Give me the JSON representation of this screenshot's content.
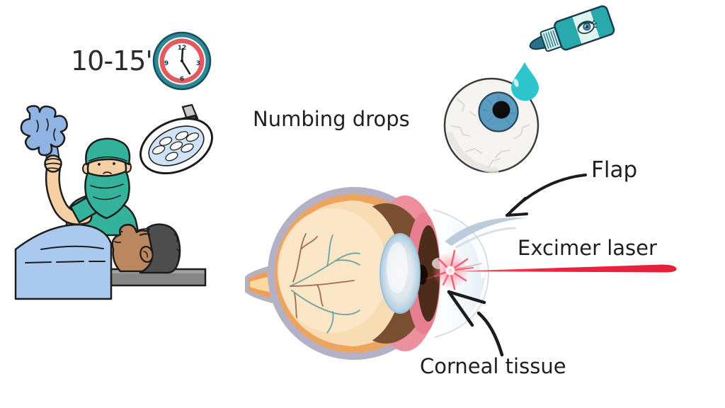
{
  "background": "#ffffff",
  "labels": {
    "duration": "10-15'",
    "numbing_drops": "Numbing drops",
    "flap": "Flap",
    "excimer_laser": "Excimer laser",
    "corneal_tissue": "Corneal tissue"
  },
  "clock": {
    "numbers": [
      "12",
      "3",
      "6",
      "9"
    ]
  },
  "icons": {
    "clock": "clock-icon",
    "surgical_lamp": "surgical-lamp-icon",
    "eye_drop_bottle": "eye-drop-bottle-icon",
    "droplet": "droplet-icon",
    "eyeball": "eyeball-icon",
    "laser_beam": "laser-beam",
    "arrows": [
      "flap-arrow",
      "corneal-tissue-arrow"
    ]
  },
  "colors": {
    "scrub_teal": "#35b29b",
    "glove_blue": "#8fb3e3",
    "blanket_blue": "#a9c9ef",
    "table_gray": "#858585",
    "clock_teal": "#2e8794",
    "clock_red": "#e4595c",
    "drop_teal": "#2ec4cb",
    "bottle_teal": "#2aa9ac",
    "iris_blue": "#5b9bbf",
    "sclera_gray": "#b4b1c6",
    "choroid_orange": "#eda45f",
    "fundus_peach": "#f8dcb4",
    "retina_brown": "#7a4e31",
    "ciliary_pink": "#ee8f9d",
    "laser_red": "#ee2440",
    "text_color": "#1f1f1f"
  }
}
